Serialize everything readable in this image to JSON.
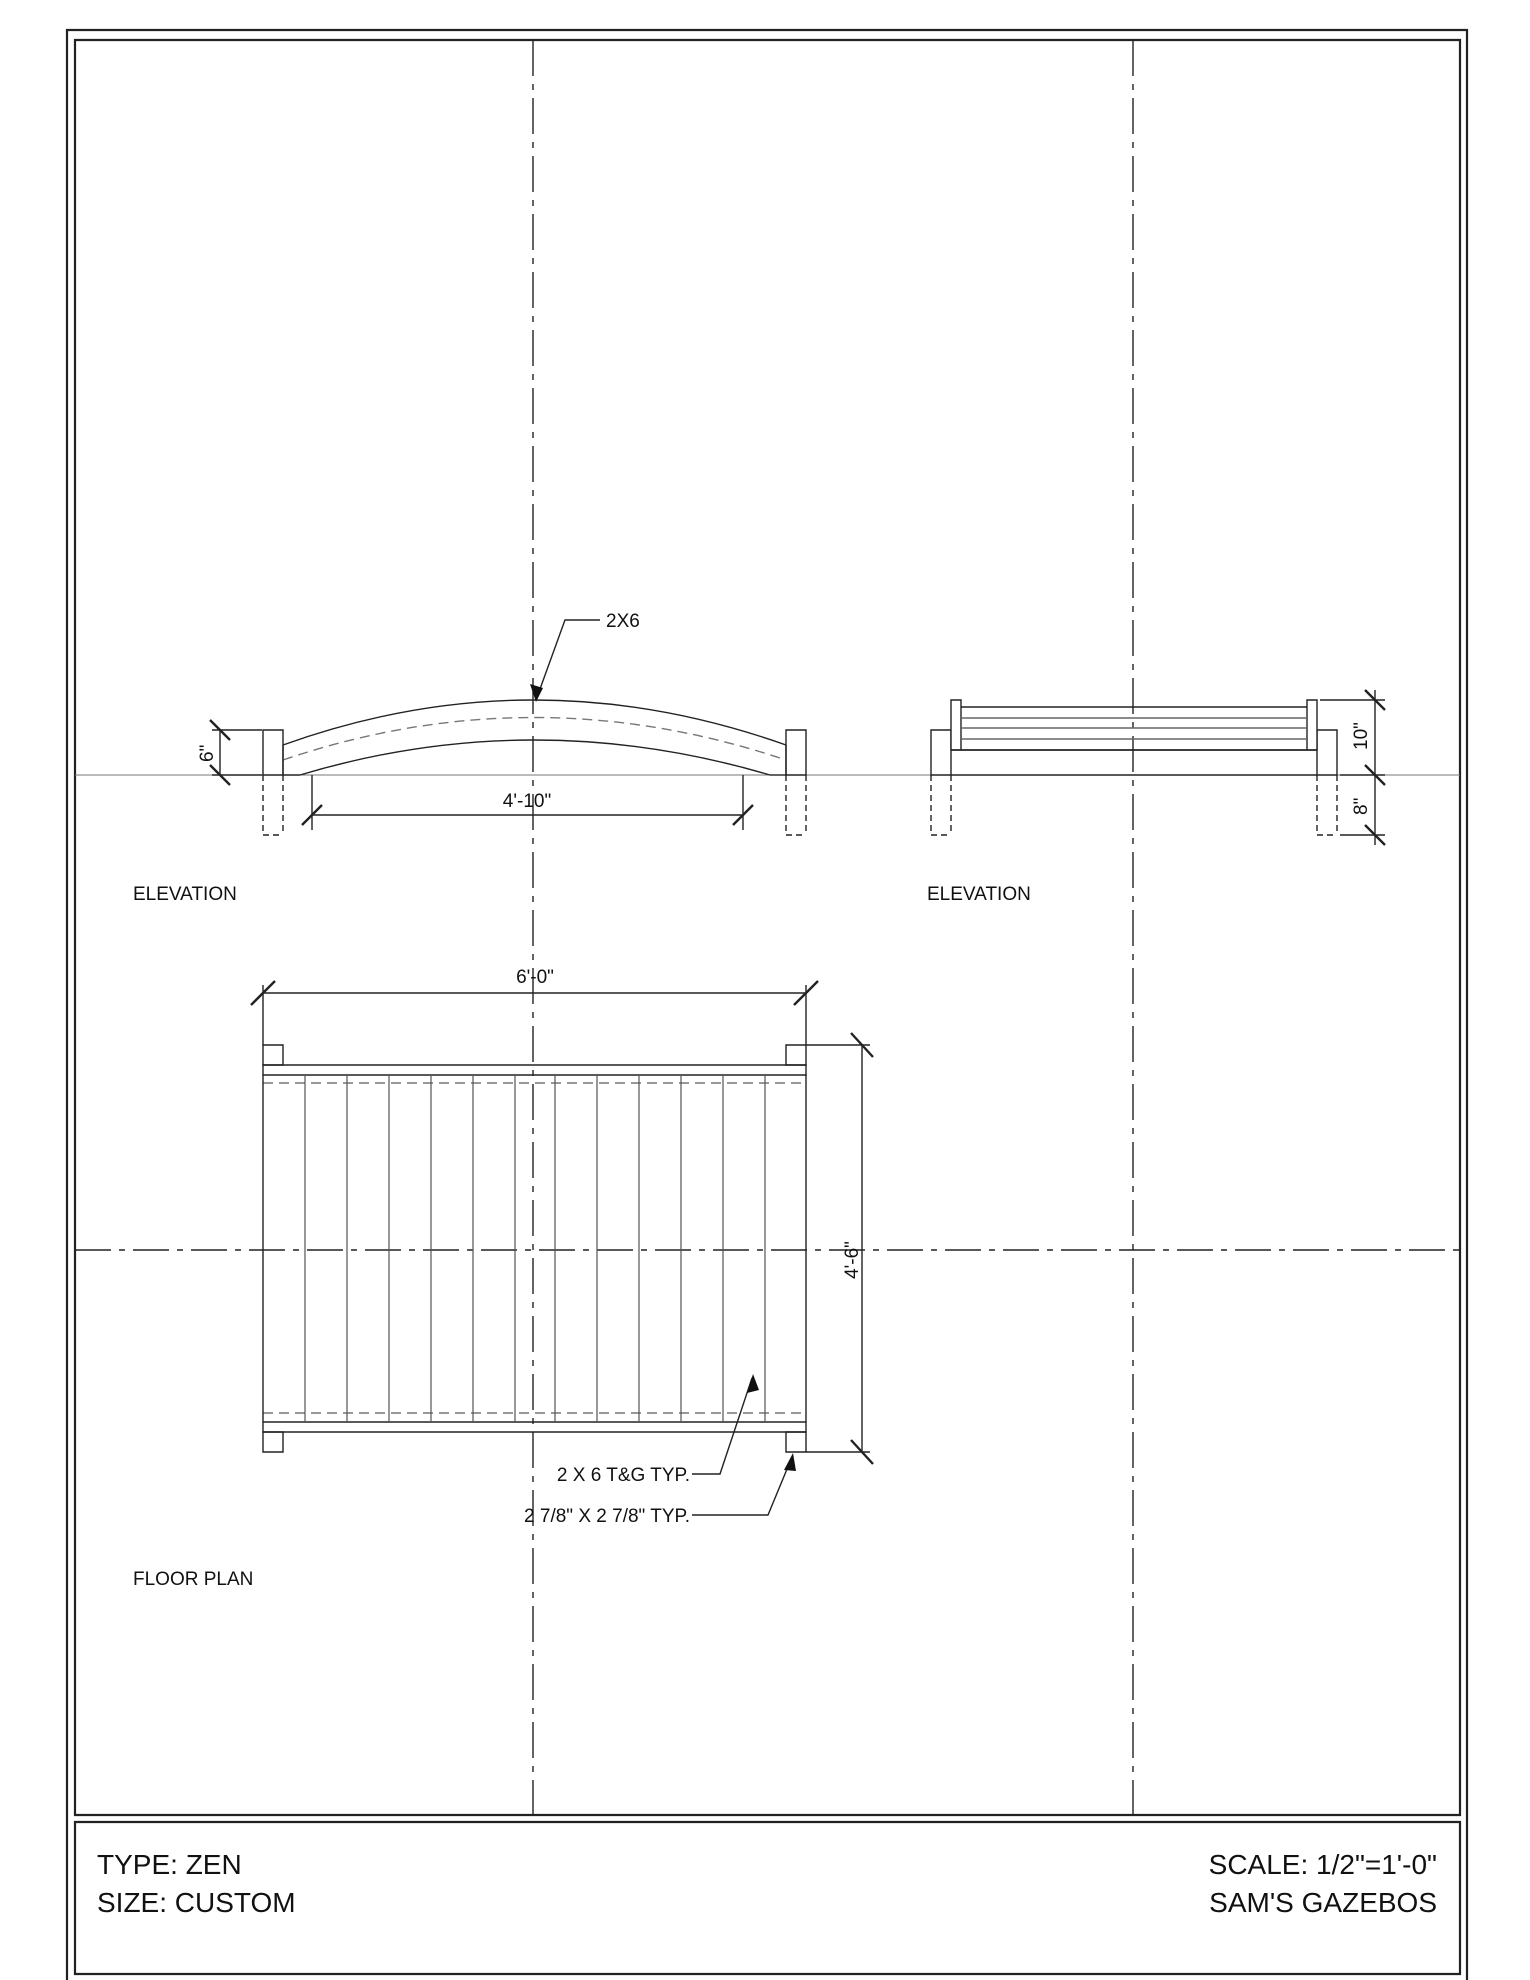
{
  "drawing": {
    "labels": {
      "arch_board": "2X6",
      "arch_height": "6\"",
      "arch_span": "4'-10\"",
      "elevation_left": "ELEVATION",
      "elevation_right": "ELEVATION",
      "end_height_top": "10\"",
      "end_height_bottom": "8\"",
      "plan_length": "6'-0\"",
      "plan_width": "4'-6\"",
      "decking_note": "2 X 6  T&G TYP.",
      "post_note": "2 7/8\" X 2 7/8\" TYP.",
      "floor_plan": "FLOOR PLAN"
    }
  },
  "title_block": {
    "type": "TYPE: ZEN",
    "size": "SIZE: CUSTOM",
    "scale": "SCALE: 1/2\"=1'-0\"",
    "company": "SAM'S GAZEBOS"
  }
}
